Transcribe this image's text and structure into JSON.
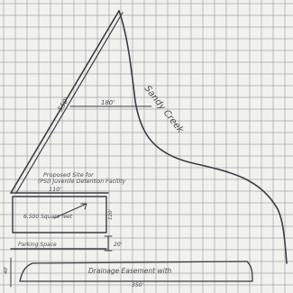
{
  "labels": {
    "left_edge_dimension": "550'",
    "top_interior_dimension": "180'",
    "creek_name": "Sandy Creek",
    "site_title_line1": "Proposed Site for",
    "site_title_line2": "(PSI) Juvenile Detention Facility",
    "site_width": "110'",
    "building_area": "6,500 Square feet",
    "building_side": "120'",
    "parking_note": "Parking Space",
    "parking_depth": "20'",
    "vertical_dimension": "40'",
    "drainage_note": "Drainage Easement with",
    "bottom_dimension": "350'"
  },
  "colors": {
    "paper": "#f1f1ee",
    "grid": "#9a9aa2",
    "pencil": "#3b3b44"
  }
}
